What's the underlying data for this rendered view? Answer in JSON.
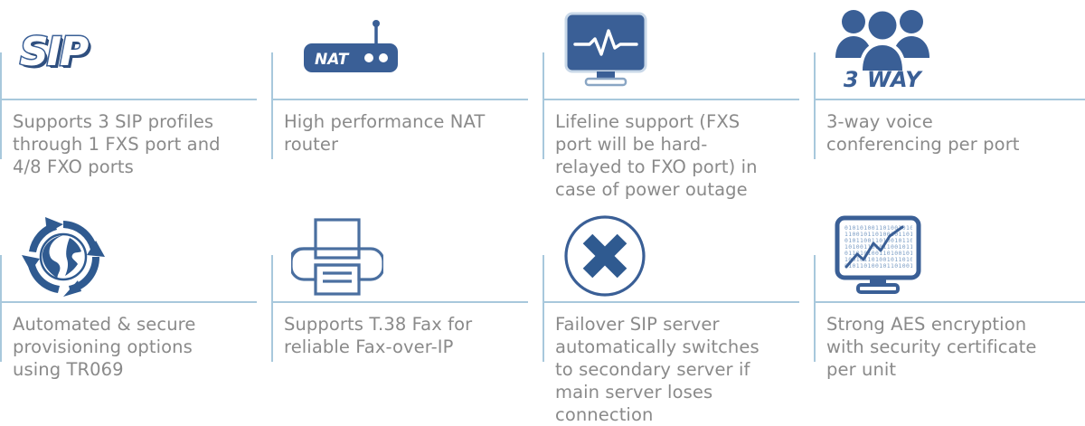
{
  "theme": {
    "icon_blue": "#3a5f96",
    "line_blue": "#a8c8dc",
    "text_gray": "#8a8a8a",
    "background": "#ffffff"
  },
  "features": [
    {
      "id": "sip-profiles",
      "icon": "sip-logo-icon",
      "icon_label": "SIP",
      "text": "Supports 3 SIP profiles through 1 FXS port and 4/8 FXO ports"
    },
    {
      "id": "nat-router",
      "icon": "nat-router-icon",
      "icon_label": "NAT",
      "text": "High performance NAT router"
    },
    {
      "id": "lifeline-support",
      "icon": "monitor-heartbeat-icon",
      "icon_label": "",
      "text": "Lifeline support (FXS port will be hard-relayed to FXO port) in case of power outage"
    },
    {
      "id": "three-way-conferencing",
      "icon": "three-people-icon",
      "icon_label": "3 WAY",
      "text": "3-way voice conferencing per port"
    },
    {
      "id": "provisioning",
      "icon": "globe-sync-arrows-icon",
      "icon_label": "",
      "text": "Automated & secure provisioning options using TR069"
    },
    {
      "id": "fax-support",
      "icon": "printer-fax-icon",
      "icon_label": "",
      "text": "Supports T.38 Fax for reliable Fax-over-IP"
    },
    {
      "id": "failover-sip",
      "icon": "circle-x-icon",
      "icon_label": "",
      "text": "Failover SIP server automatically switches to secondary server if main server loses connection"
    },
    {
      "id": "aes-encryption",
      "icon": "monitor-binary-chart-icon",
      "icon_label": "",
      "text": "Strong AES encryption with security certificate per unit"
    }
  ]
}
